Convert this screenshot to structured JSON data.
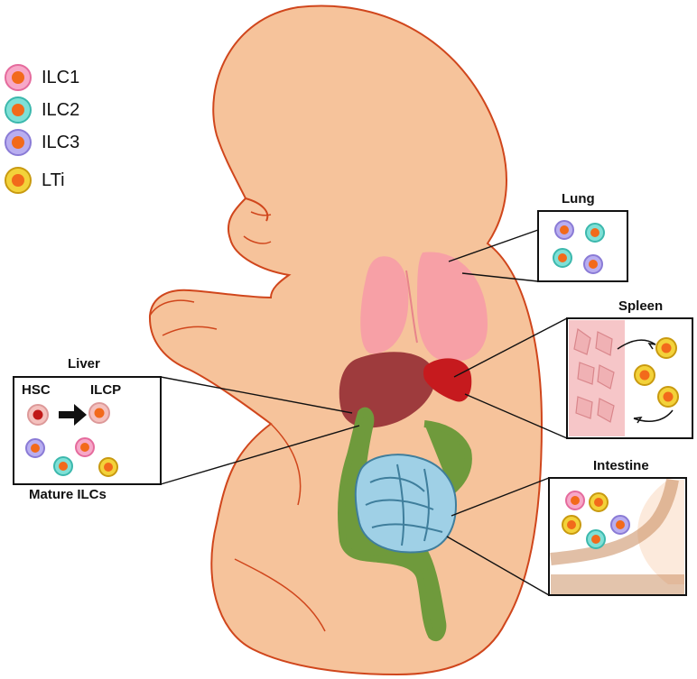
{
  "legend": [
    {
      "label": "ILC1",
      "color": "#f7a8c8",
      "ring": "#e56b9d"
    },
    {
      "label": "ILC2",
      "color": "#7fe0d6",
      "ring": "#3cb8ad"
    },
    {
      "label": "ILC3",
      "color": "#b9aef0",
      "ring": "#8a7bd6"
    },
    {
      "label": "LTi",
      "color": "#f3d23a",
      "ring": "#c99a10"
    }
  ],
  "nucleus_color": "#f26a1b",
  "skin_color": "#f6c39b",
  "outline_color": "#d0461c",
  "organs": {
    "lung_color": "#f7a0a6",
    "liver_color": "#9e3b3d",
    "spleen_color": "#c61a1e",
    "gut_color": "#6f9a3c",
    "intestine_color": "#9fd0e6"
  },
  "labels": {
    "lung": "Lung",
    "spleen": "Spleen",
    "liver": "Liver",
    "intestine": "Intestine",
    "hsc": "HSC",
    "ilcp": "ILCP",
    "mature": "Mature ILCs"
  }
}
